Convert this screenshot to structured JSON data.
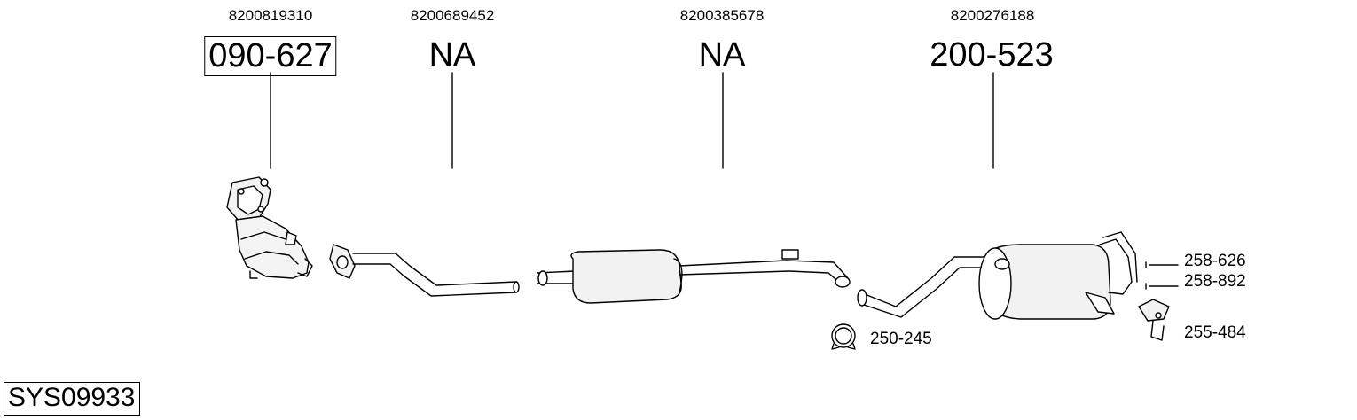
{
  "parts": [
    {
      "oem": "8200819310",
      "code": "090-627"
    },
    {
      "oem": "8200689452",
      "code": "NA"
    },
    {
      "oem": "8200385678",
      "code": "NA"
    },
    {
      "oem": "8200276188",
      "code": "200-523"
    }
  ],
  "accessories": [
    {
      "code": "258-626"
    },
    {
      "code": "258-892"
    },
    {
      "code": "255-484"
    },
    {
      "code": "250-245"
    }
  ],
  "system_code": "SYS09933"
}
